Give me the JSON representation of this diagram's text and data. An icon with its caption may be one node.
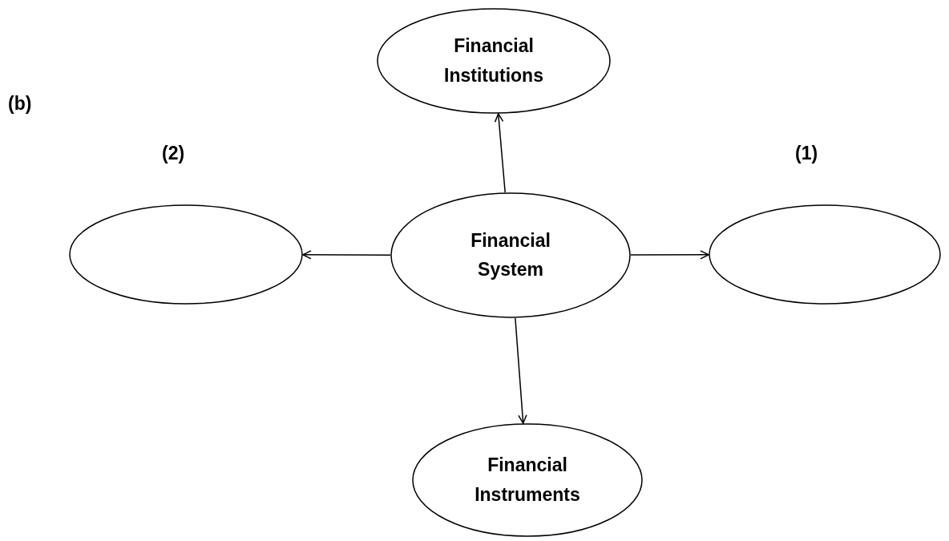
{
  "diagram": {
    "nodes": [
      {
        "text": [
          "Financial Institutions"
        ]
      },
      {
        "text": [
          "Financial System"
        ]
      },
      {
        "text": [],
        "shape": "ellipse",
        "beside": [
          "(2)"
        ]
      },
      {
        "text": [],
        "shape": "ellipse",
        "beside": [
          "(1)"
        ]
      },
      {
        "text": [
          "Financial Instruments"
        ]
      }
    ],
    "edges": [
      {
        "from": 1,
        "to": 0,
        "arrow": "to"
      },
      {
        "from": 1,
        "to": 2,
        "arrow": "to"
      },
      {
        "from": 1,
        "to": 3,
        "arrow": "to"
      },
      {
        "from": 1,
        "to": 4,
        "arrow": "to"
      }
    ],
    "labels": [
      "(b)"
    ]
  }
}
